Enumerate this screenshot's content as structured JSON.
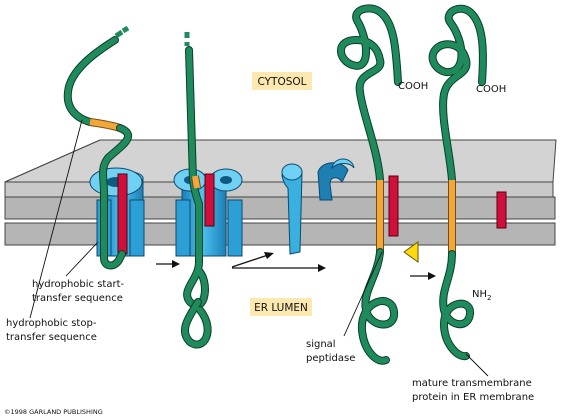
{
  "labels": {
    "cytosol": "CYTOSOL",
    "er_lumen": "ER LUMEN",
    "cooh_left": "COOH",
    "cooh_right": "COOH",
    "nh2_base": "NH",
    "nh2_sub": "2",
    "start_transfer_line1": "hydrophobic start-",
    "start_transfer_line2": "transfer sequence",
    "stop_transfer_line1": "hydrophobic stop-",
    "stop_transfer_line2": "transfer sequence",
    "signal_peptidase_line1": "signal",
    "signal_peptidase_line2": "peptidase",
    "mature_line1": "mature transmembrane",
    "mature_line2": "protein in ER membrane",
    "copyright": "©1998 GARLAND PUBLISHING"
  },
  "colors": {
    "chain": "#1f8a5c",
    "hydrophobic_segment": "#f2a73a",
    "translocator": "#3ab0e0",
    "signal_sequence": "#d0103a",
    "membrane": "#b8b8b8",
    "label_box": "#fde9b0"
  }
}
